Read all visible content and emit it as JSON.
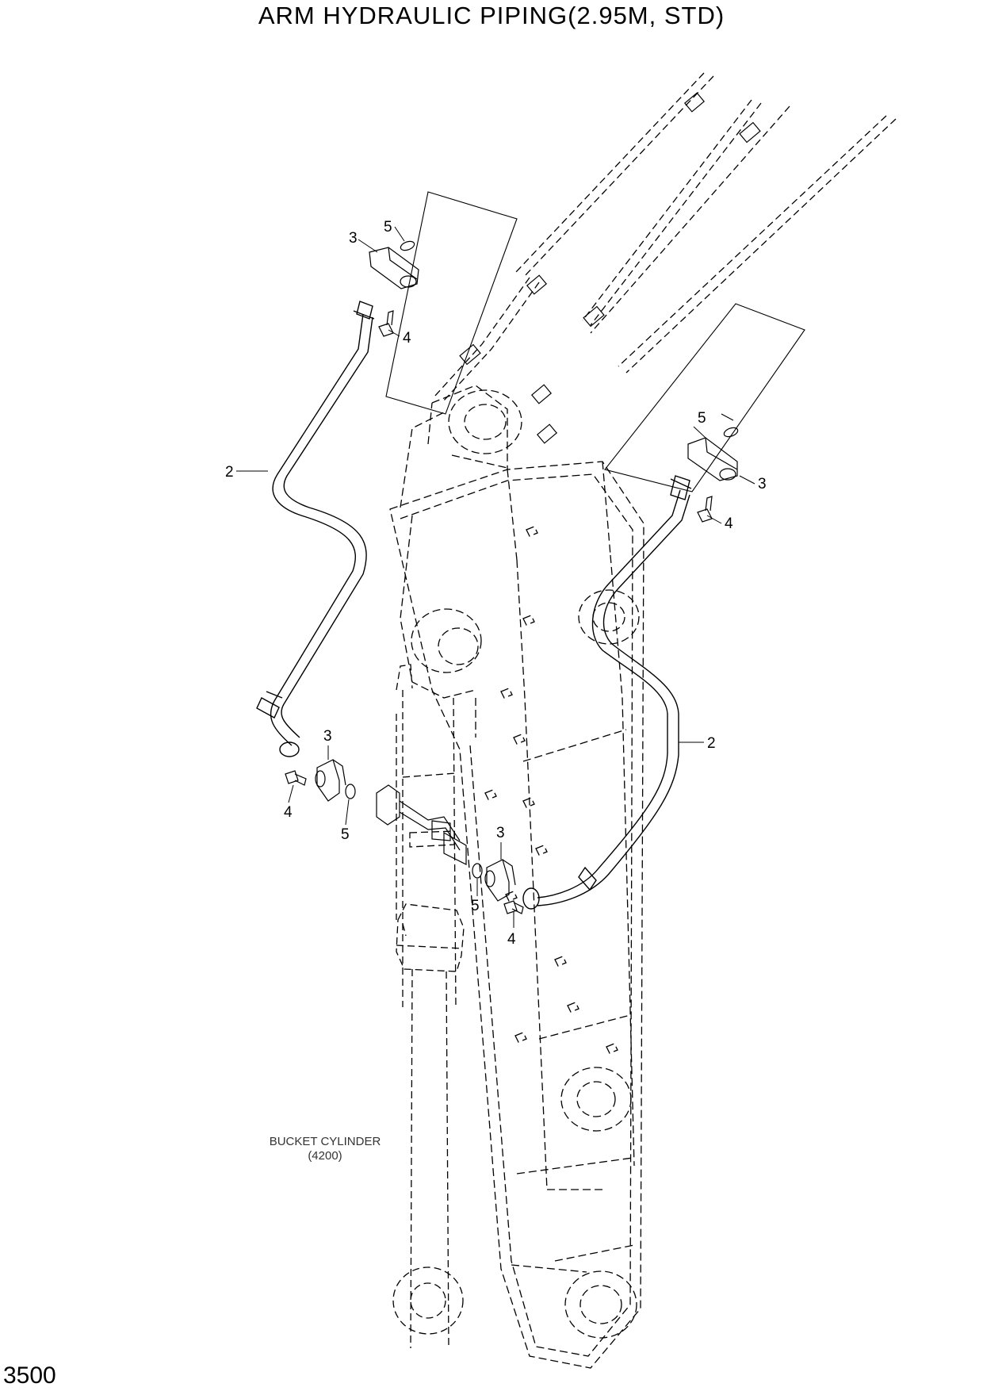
{
  "title": "ARM HYDRAULIC PIPING(2.95M, STD)",
  "page_number": "3500",
  "callouts": {
    "c2_left": "2",
    "c3_top_left": "3",
    "c4_top_left": "4",
    "c5_top_left": "5",
    "c2_right": "2",
    "c3_top_right": "3",
    "c4_top_right": "4",
    "c5_top_right": "5",
    "c3_lower_left": "3",
    "c4_lower_left": "4",
    "c5_lower_left": "5",
    "c3_lower_right": "3",
    "c4_lower_right": "4",
    "c5_lower_right": "5"
  },
  "bucket_cylinder": {
    "label": "BUCKET CYLINDER",
    "ref": "(4200)"
  }
}
